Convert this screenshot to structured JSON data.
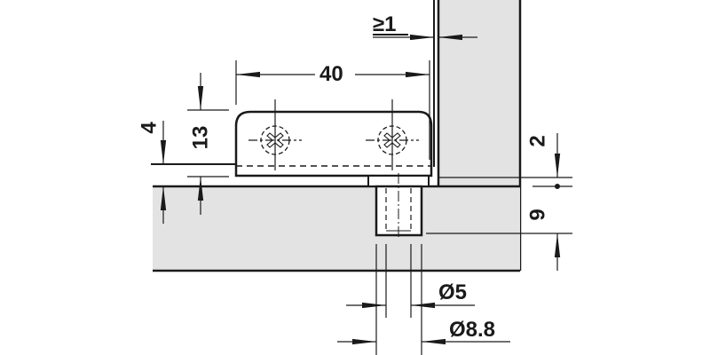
{
  "diagram": {
    "type": "technical-drawing",
    "subject": "glass door hinge plate mounted on cabinet, section view with dimensions",
    "colors": {
      "line": "#1a1a1a",
      "fill_gray": "#e3e3e4",
      "background": "#ffffff"
    },
    "dimensions": {
      "gap": "≥1",
      "width": "40",
      "height_13": "13",
      "offset_4": "4",
      "offset_2": "2",
      "depth_9": "9",
      "dia_5": "Ø5",
      "dia_8_8": "Ø8.8"
    }
  }
}
